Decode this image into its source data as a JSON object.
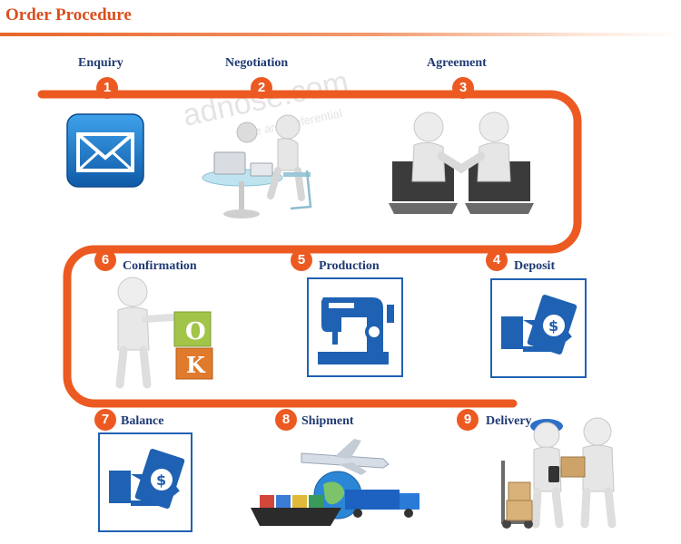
{
  "header": {
    "title": "Order Procedure"
  },
  "watermark": {
    "text": "adnose.com",
    "subtext": "we are preferential"
  },
  "steps": [
    {
      "number": "1",
      "label": "Enquiry",
      "icon": "envelope-icon"
    },
    {
      "number": "2",
      "label": "Negotiation",
      "icon": "meeting-figures-icon"
    },
    {
      "number": "3",
      "label": "Agreement",
      "icon": "handshake-laptops-icon"
    },
    {
      "number": "4",
      "label": "Deposit",
      "icon": "payment-hand-icon"
    },
    {
      "number": "5",
      "label": "Production",
      "icon": "sewing-machine-icon"
    },
    {
      "number": "6",
      "label": "Confirmation",
      "icon": "ok-blocks-figure-icon"
    },
    {
      "number": "7",
      "label": "Balance",
      "icon": "payment-hand-icon"
    },
    {
      "number": "8",
      "label": "Shipment",
      "icon": "plane-ship-truck-icon"
    },
    {
      "number": "9",
      "label": "Delivery",
      "icon": "courier-delivery-icon"
    }
  ],
  "ok_blocks": {
    "letter1": "O",
    "letter2": "K"
  },
  "money_symbol": "$",
  "colors": {
    "path": "#ec5a22",
    "label": "#1f3a73",
    "icon_blue": "#1f61b2",
    "title": "#d94f1e"
  }
}
